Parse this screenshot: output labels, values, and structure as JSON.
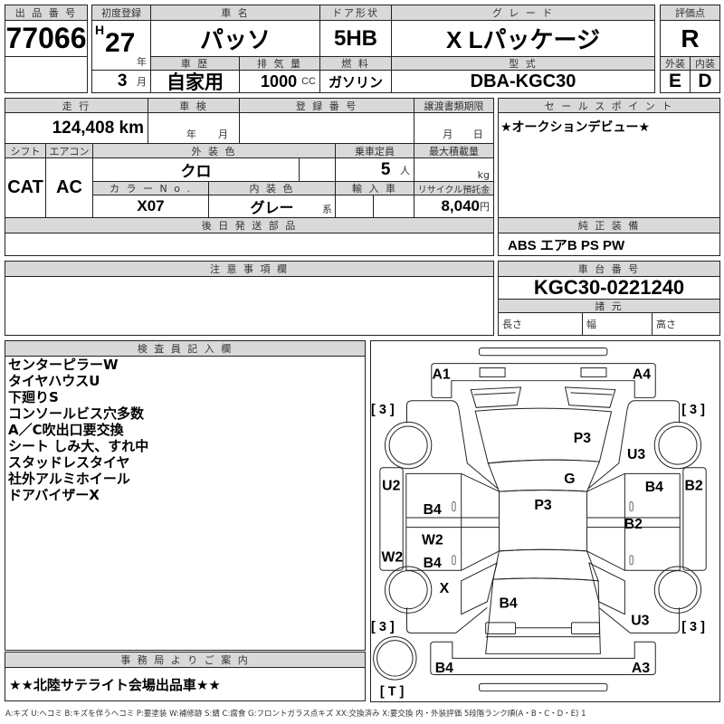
{
  "lot": {
    "label": "出 品 番 号",
    "value": "77066"
  },
  "header": {
    "first_reg_label": "初度登録",
    "era": "H",
    "year": "27",
    "year_unit": "年",
    "month": "3",
    "month_unit": "月",
    "car_name_label": "車 名",
    "car_name": "パッソ",
    "door_label": "ドア形状",
    "door": "5HB",
    "grade_label": "グ レ ー ド",
    "grade": "X Lパッケージ",
    "history_label": "車 歴",
    "history": "自家用",
    "displacement_label": "排 気 量",
    "displacement": "1000",
    "displacement_unit": "CC",
    "fuel_label": "燃 料",
    "fuel": "ガソリン",
    "model_label": "型 式",
    "model": "DBA-KGC30"
  },
  "score": {
    "label": "評価点",
    "value": "R",
    "ext_label": "外装",
    "int_label": "内装",
    "ext": "E",
    "int": "D"
  },
  "details": {
    "mileage_label": "走 行",
    "mileage": "124,408 km",
    "inspection_label": "車 検",
    "insp_year_unit": "年",
    "insp_month_unit": "月",
    "reg_no_label": "登 録 番 号",
    "transfer_label": "譲渡書類期限",
    "transfer_month_unit": "月",
    "transfer_day_unit": "日",
    "shift_label": "シフト",
    "shift": "CAT",
    "ac_label": "エアコン",
    "ac": "AC",
    "ext_color_label": "外 装 色",
    "ext_color": "クロ",
    "capacity_label": "乗車定員",
    "capacity": "5",
    "capacity_unit": "人",
    "max_load_label": "最大積載量",
    "max_load_unit": "kg",
    "color_no_label": "カ ラ ー N o .",
    "color_no": "X07",
    "int_color_label": "内 装 色",
    "int_color": "グレー",
    "int_color_suffix": "系",
    "import_label": "輸 入 車",
    "recycle_label": "リサイクル預託金",
    "recycle": "8,040",
    "recycle_unit": "円",
    "later_parts_label": "後 日 発 送 部 品"
  },
  "sales": {
    "label": "セ ー ル ス ポ イ ン ト",
    "text": "★オークションデビュー★",
    "equip_label": "純 正 装 備",
    "equip": "ABS エアB PS PW"
  },
  "notes": {
    "label": "注 意 事 項 欄"
  },
  "chassis": {
    "label": "車 台 番 号",
    "value": "KGC30-0221240",
    "spec_label": "諸 元",
    "length": "長さ",
    "width": "幅",
    "height": "高さ"
  },
  "inspector": {
    "label": "検 査 員 記 入 欄",
    "items": [
      "センターピラーW",
      "タイヤハウスU",
      "下廻りS",
      "コンソールビス穴多数",
      "A／C吹出口要交換",
      "シート しみ大、すれ中",
      "スタッドレスタイヤ",
      "社外アルミホイール",
      "ドアバイザーX"
    ]
  },
  "office": {
    "label": "事 務 局 よ り ご 案 内",
    "text": "★★北陸サテライト会場出品車★★"
  },
  "diagram": {
    "marks": [
      "A1",
      "A4",
      "P3",
      "U3",
      "G",
      "U2",
      "B2",
      "B4",
      "P3",
      "B4",
      "B2",
      "W2",
      "W2",
      "B4",
      "X",
      "B4",
      "U3",
      "B4",
      "A3"
    ],
    "tires": [
      "[ 3 ]",
      "[ 3 ]",
      "[ 3 ]",
      "[ 3 ]",
      "[ T ]"
    ]
  },
  "legend": "A:キズ U:ヘコミ B:キズを伴うヘコミ P:要塗装 W:補修跡 S:錆 C:腐食 G:フロントガラス点キズ XX:交換済み X:要交換 内・外装評価 5段階ランク順(A・B・C・D・E) 1"
}
